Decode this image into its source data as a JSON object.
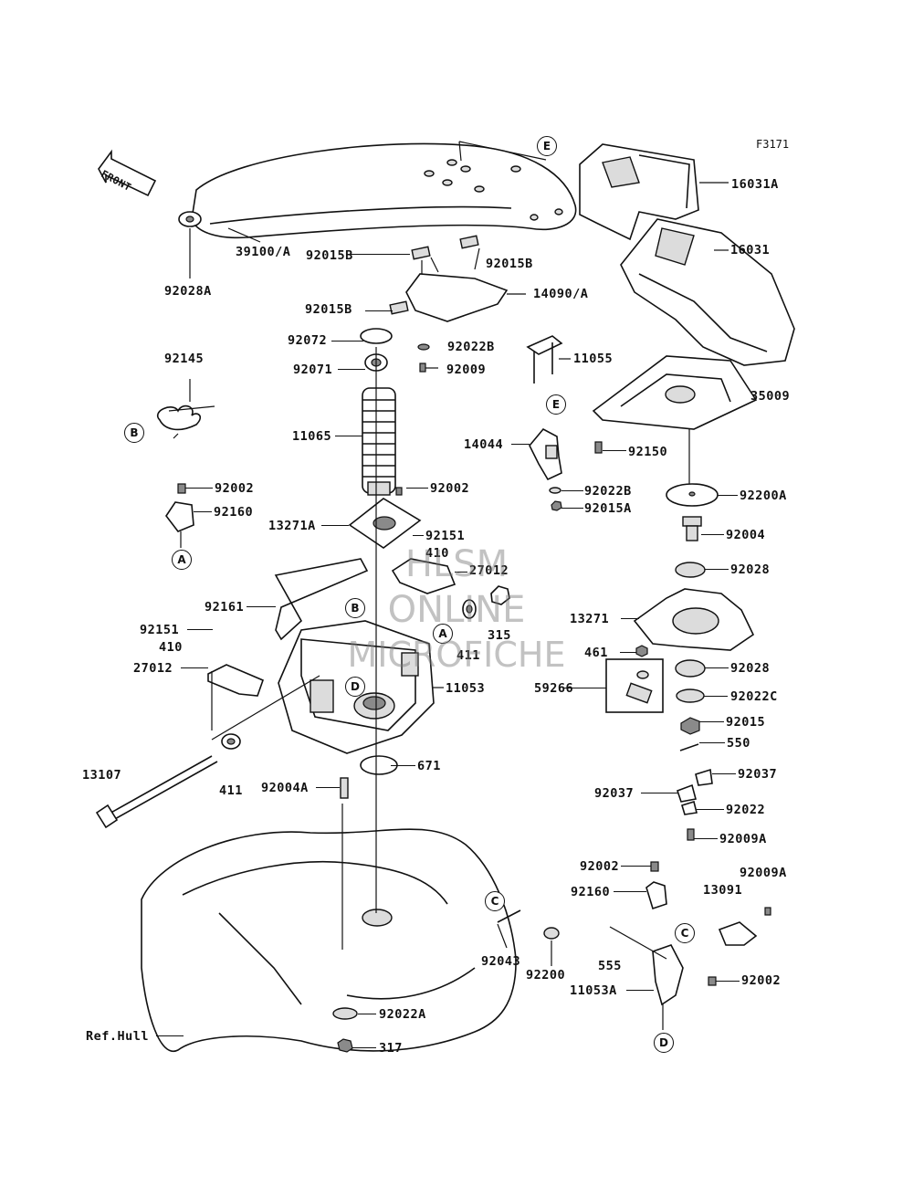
{
  "figure_code": "F3171",
  "front_arrow_label": "FRONT",
  "watermark": {
    "line1": "HLSM",
    "line2": "ONLINE",
    "line3": "MICROFICHE"
  },
  "reference_text": "Ref.Hull",
  "circle_refs": {
    "A1": "A",
    "A2": "A",
    "B1": "B",
    "B2": "B",
    "C1": "C",
    "C2": "C",
    "D1": "D",
    "D2": "D",
    "E1": "E",
    "E2": "E"
  },
  "parts": {
    "p16031A": "16031A",
    "p16031": "16031",
    "p39100A": "39100/A",
    "p92028A": "92028A",
    "p92015B_1": "92015B",
    "p92015B_2": "92015B",
    "p92015B_3": "92015B",
    "p14090A": "14090/A",
    "p92072": "92072",
    "p92022B_1": "92022B",
    "p92071": "92071",
    "p92009": "92009",
    "p11055": "11055",
    "p92145": "92145",
    "p35009": "35009",
    "p11065": "11065",
    "p14044": "14044",
    "p92150": "92150",
    "p92002_1": "92002",
    "p92002_2": "92002",
    "p92022B_2": "92022B",
    "p92200A": "92200A",
    "p92160_1": "92160",
    "p92015A": "92015A",
    "p13271A": "13271A",
    "p92151_1": "92151",
    "p92004": "92004",
    "p410_1": "410",
    "p27012_1": "27012",
    "p92028_1": "92028",
    "p92161": "92161",
    "p13271": "13271",
    "p315": "315",
    "p92151_2": "92151",
    "p411_1": "411",
    "p410_2": "410",
    "p461": "461",
    "p27012_2": "27012",
    "p11053": "11053",
    "p92028_2": "92028",
    "p59266": "59266",
    "p92022C": "92022C",
    "p92015": "92015",
    "p550": "550",
    "p671": "671",
    "p13107": "13107",
    "p411_2": "411",
    "p92004A": "92004A",
    "p92037_1": "92037",
    "p92037_2": "92037",
    "p92022": "92022",
    "p92009A_1": "92009A",
    "p92002_3": "92002",
    "p92009A_2": "92009A",
    "p92160_2": "92160",
    "p13091": "13091",
    "p555": "555",
    "p92043": "92043",
    "p92200": "92200",
    "p11053A": "11053A",
    "p92002_4": "92002",
    "p92022A": "92022A",
    "p317": "317"
  },
  "colors": {
    "line": "#111111",
    "fill": "#ffffff",
    "shade": "#dcdcdc",
    "watermark": "#787878"
  }
}
